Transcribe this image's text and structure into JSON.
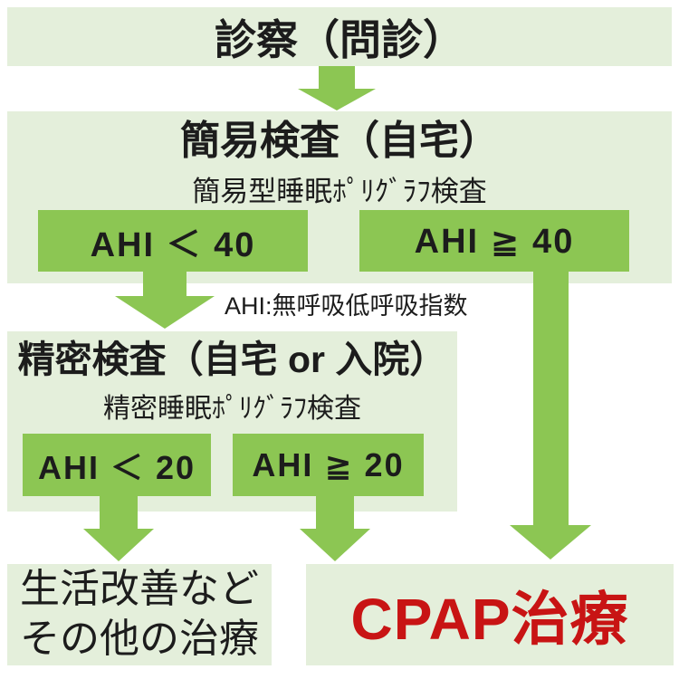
{
  "colors": {
    "page_bg": "#ffffff",
    "box_bg": "#e4efdb",
    "accent_green": "#8cc653",
    "text_black": "#1c1c1c",
    "cpap_red": "#c81414"
  },
  "flowchart": {
    "consultation": {
      "label": "診察（問診）"
    },
    "simple_test": {
      "title": "簡易検査（自宅）",
      "subtitle": "簡易型睡眠ﾎﾟﾘｸﾞﾗﾌ検査",
      "branch_low": {
        "label": "AHI ＜ 40"
      },
      "branch_high": {
        "label": "AHI ≧ 40"
      }
    },
    "ahi_note": "AHI:無呼吸低呼吸指数",
    "detailed_test": {
      "title": "精密検査（自宅 or 入院）",
      "subtitle": "精密睡眠ﾎﾟﾘｸﾞﾗﾌ検査",
      "branch_low": {
        "label": "AHI ＜ 20"
      },
      "branch_high": {
        "label": "AHI ≧ 20"
      }
    },
    "other_treatment": {
      "line1": "生活改善など",
      "line2": "その他の治療"
    },
    "cpap": {
      "label": "CPAP治療"
    }
  }
}
